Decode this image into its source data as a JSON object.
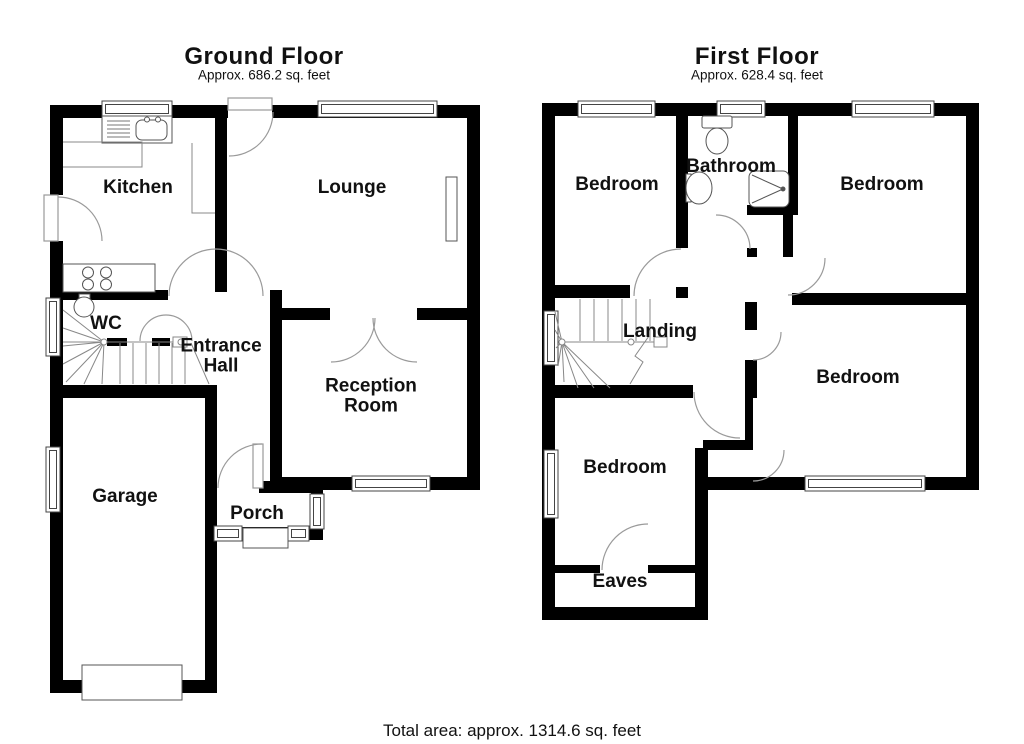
{
  "ground_floor": {
    "title": "Ground Floor",
    "area_label": "Approx. 686.2 sq. feet",
    "rooms": {
      "kitchen": "Kitchen",
      "lounge": "Lounge",
      "wc": "WC",
      "entrance_hall": "Entrance Hall",
      "reception_room": "Reception Room",
      "garage": "Garage",
      "porch": "Porch"
    }
  },
  "first_floor": {
    "title": "First Floor",
    "area_label": "Approx. 628.4 sq. feet",
    "rooms": {
      "bedroom_front_left": "Bedroom",
      "bathroom": "Bathroom",
      "bedroom_front_right": "Bedroom",
      "landing": "Landing",
      "bedroom_right": "Bedroom",
      "bedroom_back_left": "Bedroom",
      "eaves": "Eaves"
    }
  },
  "footer": {
    "total_area": "Total area: approx. 1314.6 sq. feet"
  },
  "colors": {
    "wall": "#000000",
    "door_arc": "#9a9a9a",
    "window_frame": "#444444",
    "fixture_line": "#555555",
    "text": "#111111"
  }
}
